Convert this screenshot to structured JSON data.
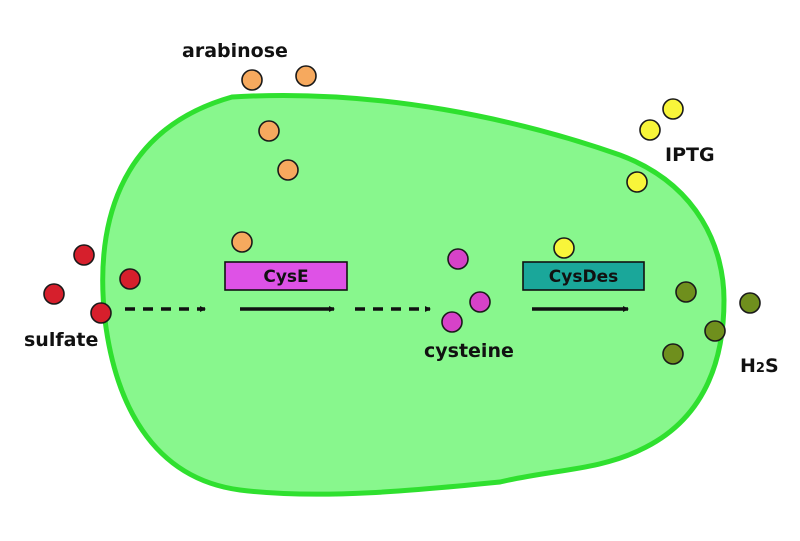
{
  "colors": {
    "background": "#ffffff",
    "cell_fill": "#88f78d",
    "cell_border": "#2fe02f",
    "arabinose": "#f6a95e",
    "iptg": "#f8f53a",
    "sulfate": "#d61f2c",
    "cysteine": "#d642c8",
    "h2s": "#6f8f1d",
    "cyse_gene": "#de52e6",
    "cysdes_gene": "#1aa79a",
    "arrow": "#111111"
  },
  "labels": {
    "arabinose": "arabinose",
    "iptg": "IPTG",
    "sulfate": "sulfate",
    "cysteine": "cysteine",
    "h2s_main": "H",
    "h2s_sub": "2",
    "h2s_tail": "S"
  },
  "genes": {
    "cyse": "CysE",
    "cysdes": "CysDes"
  },
  "icons": {
    "cell": "bacterial-cell-shape",
    "dashed_arrow": "dashed-arrow-right",
    "solid_arrow": "solid-arrow-right"
  }
}
